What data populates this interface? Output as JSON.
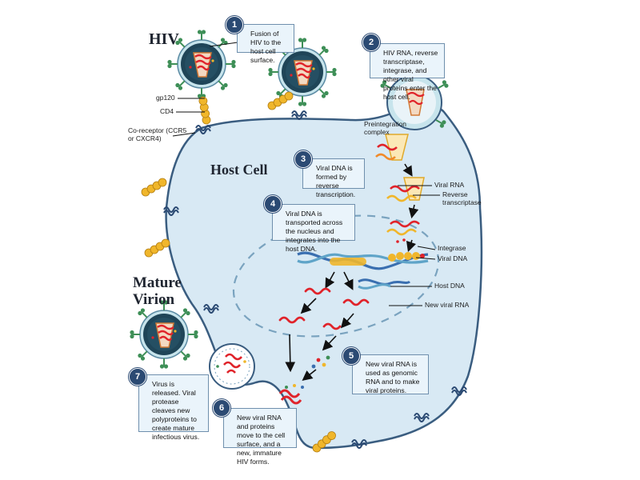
{
  "labels": {
    "hiv": "HIV",
    "host_cell": "Host Cell",
    "mature_virion": "Mature Virion",
    "gp120": "gp120",
    "cd4": "CD4",
    "coreceptor": "Co-receptor (CCR5 or CXCR4)",
    "preintegration_complex": "Preintegration complex",
    "viral_rna": "Viral RNA",
    "reverse_transcriptase": "Reverse transcriptase",
    "integrase": "Integrase",
    "viral_dna": "Viral DNA",
    "host_dna": "Host DNA",
    "new_viral_rna": "New viral RNA"
  },
  "steps": [
    {
      "number": "1",
      "text": "Fusion of HIV to the host cell surface."
    },
    {
      "number": "2",
      "text": "HIV RNA, reverse transcriptase, integrase, and other viral proteins enter the host cell."
    },
    {
      "number": "3",
      "text": "Viral DNA is formed by reverse transcription."
    },
    {
      "number": "4",
      "text": "Viral DNA is transported across the nucleus and integrates into the host DNA."
    },
    {
      "number": "5",
      "text": "New viral RNA is used as genomic RNA and to make viral proteins."
    },
    {
      "number": "6",
      "text": "New viral RNA and proteins move to the cell surface, and a new, immature HIV forms."
    },
    {
      "number": "7",
      "text": "Virus is released. Viral protease cleaves new polyproteins to create mature infectious virus."
    }
  ],
  "colors": {
    "cell_fill": "#d8e9f4",
    "membrane": "#3a5d80",
    "virus_envelope": "#1f4558",
    "virus_spike": "#3e8f57",
    "rna": "#e0232a",
    "dna_yellow": "#f0b62b",
    "dna_blue": "#3a6fb0",
    "step_badge": "#2b4a73",
    "step_box": "#eaf4fb"
  }
}
